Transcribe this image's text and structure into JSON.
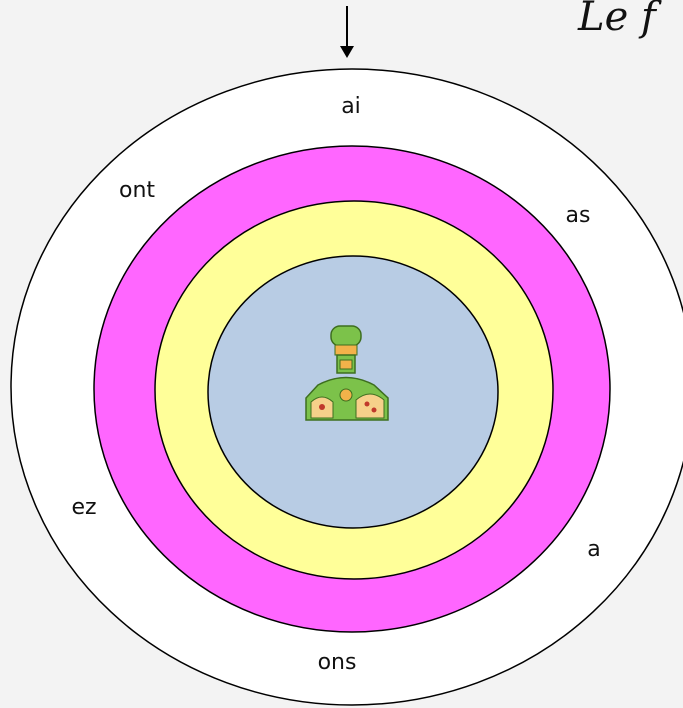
{
  "diagram": {
    "title": "Le f",
    "endings": {
      "top": "ai",
      "upper_right": "as",
      "lower_right": "a",
      "bottom": "ons",
      "lower_left": "ez",
      "upper_left": "ont"
    },
    "center_icon": "robot-figure-icon",
    "colors": {
      "background": "#f3f3f3",
      "outer_ring": "#ffffff",
      "magenta_ring": "#ff66ff",
      "yellow_ring": "#ffff99",
      "center_disc": "#b8cce4",
      "stroke": "#000000",
      "robot_green": "#7cc24a"
    }
  }
}
